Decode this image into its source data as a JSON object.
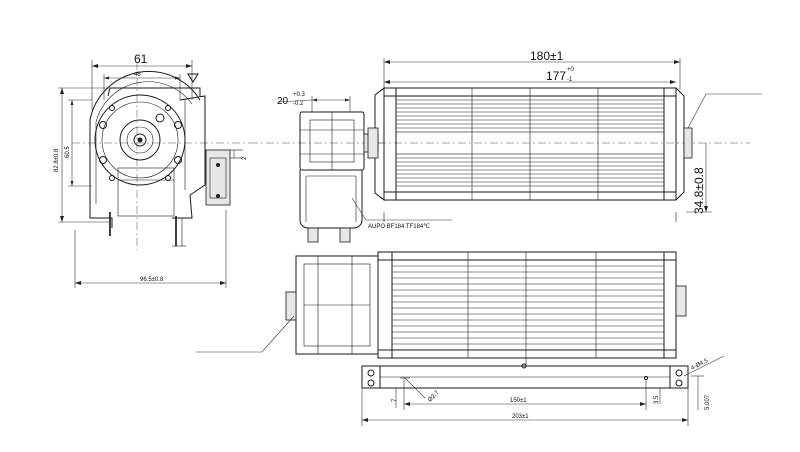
{
  "dimensions": {
    "front_width": "61",
    "front_inner_width": "48",
    "front_height_outer": "82.8±0.8",
    "front_height_inner": "60.5",
    "front_offset": "2",
    "front_bottom_width": "96.5±0.8",
    "motor_width": "20",
    "motor_tol_upper": "+0.3",
    "motor_tol_lower": "-0.2",
    "overall_length": "180±1",
    "rotor_length": "177",
    "rotor_tol_upper": "+0",
    "rotor_tol_lower": "-1",
    "rotor_height": "34.8±0.8",
    "mount_spacing": "150±1",
    "base_length": "203±1",
    "hole_dia": "Ø2.7",
    "slot": "4-Ø4.5",
    "base_height": "5.007",
    "base_height_label": "3.5",
    "fold": "7"
  },
  "labels": {
    "thermal_fuse": "AUPO BF184  TF184℃"
  }
}
